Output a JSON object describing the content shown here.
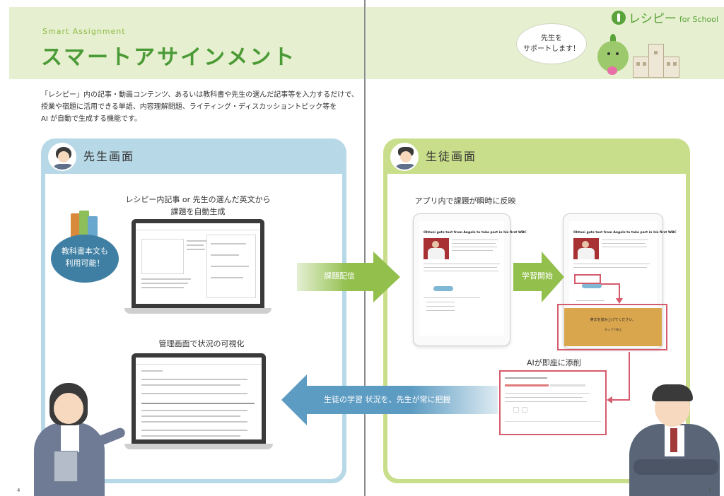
{
  "header": {
    "eyebrow": "Smart Assignment",
    "title": "スマートアサインメント",
    "brand_name": "レシピー",
    "brand_sub": "for School",
    "bubble_line1": "先生を",
    "bubble_line2": "サポートします！"
  },
  "intro": {
    "line1": "「レシピー」内の記事・動画コンテンツ、あるいは教科書や先生の選んだ記事等を入力するだけで、",
    "line2": "授業や宿題に活用できる単語、内容理解問題、ライティング・ディスカッショントピック等を",
    "line3": "AI が自動で生成する機能です。"
  },
  "teacher": {
    "heading": "先生画面",
    "caption_line1": "レシピー内記事 or 先生の選んだ英文から",
    "caption_line2": "課題を自動生成",
    "blob_line1": "教科書本文も",
    "blob_line2": "利用可能！",
    "caption2": "管理画面で状況の可視化"
  },
  "student": {
    "heading": "生徒画面",
    "caption": "アプリ内で課題が瞬時に反映",
    "ai_caption": "AIが即座に添削"
  },
  "arrows": {
    "assign": "課題配信",
    "start": "学習開始",
    "visualize": "生徒の学習 状況を、先生が常に把握"
  },
  "tablet": {
    "heading": "Ohtani gets test from Angels to take part in his first WBC",
    "task_line1": "英文を読み上げてください。",
    "task_line2": "タップで停止"
  },
  "pages": {
    "left": "4",
    "right": "5"
  },
  "colors": {
    "banner": "#e6efcf",
    "title_green": "#4a9a35",
    "teacher_panel": "#b7d8e6",
    "student_panel": "#c9de8a",
    "arrow_green": "#93c04d",
    "arrow_blue": "#5d9cc2",
    "highlight": "#d65b6c"
  }
}
